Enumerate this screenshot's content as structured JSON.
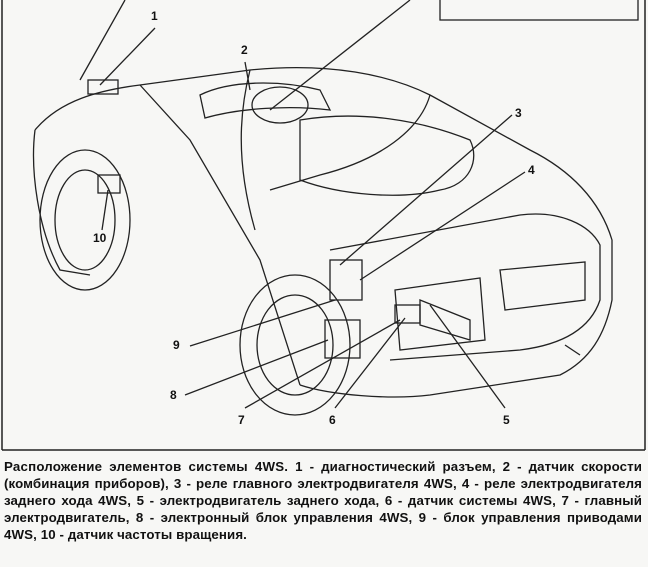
{
  "figure": {
    "callouts": [
      "1",
      "2",
      "3",
      "4",
      "5",
      "6",
      "7",
      "8",
      "9",
      "10"
    ]
  },
  "caption": {
    "title": "Расположение элементов системы 4WS.",
    "items": [
      "1 - диагностический разъем,",
      "2 - датчик скорости (комбинация приборов),",
      "3 - реле главного электродвигателя 4WS,",
      "4 - реле электродвигателя заднего хода 4WS,",
      "5 - электродвигатель заднего хода,",
      "6 - датчик системы 4WS,",
      "7 - главный электродвигатель,",
      "8 - электронный блок управления 4WS,",
      "9 - блок управления приводами 4WS,",
      "10 - датчик частоты вращения."
    ]
  }
}
